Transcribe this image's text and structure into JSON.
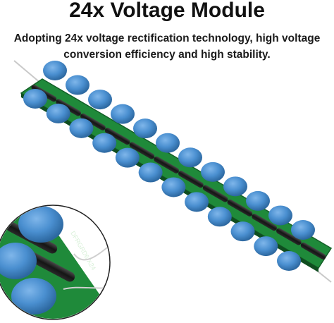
{
  "heading": {
    "title": "24x Voltage Module",
    "description_line1": "Adopting 24x voltage rectification technology, high voltage",
    "description_line2": "conversion efficiency and high stability."
  },
  "product": {
    "silkscreen_text": "DFRGRD6 X24",
    "colors": {
      "board": "#1f8a3a",
      "board_dark": "#166a2c",
      "capacitor": "#4a8fd0",
      "capacitor_dark": "#2f6eae",
      "diode": "#1c1c1c",
      "lead": "#c9c9c9"
    }
  }
}
